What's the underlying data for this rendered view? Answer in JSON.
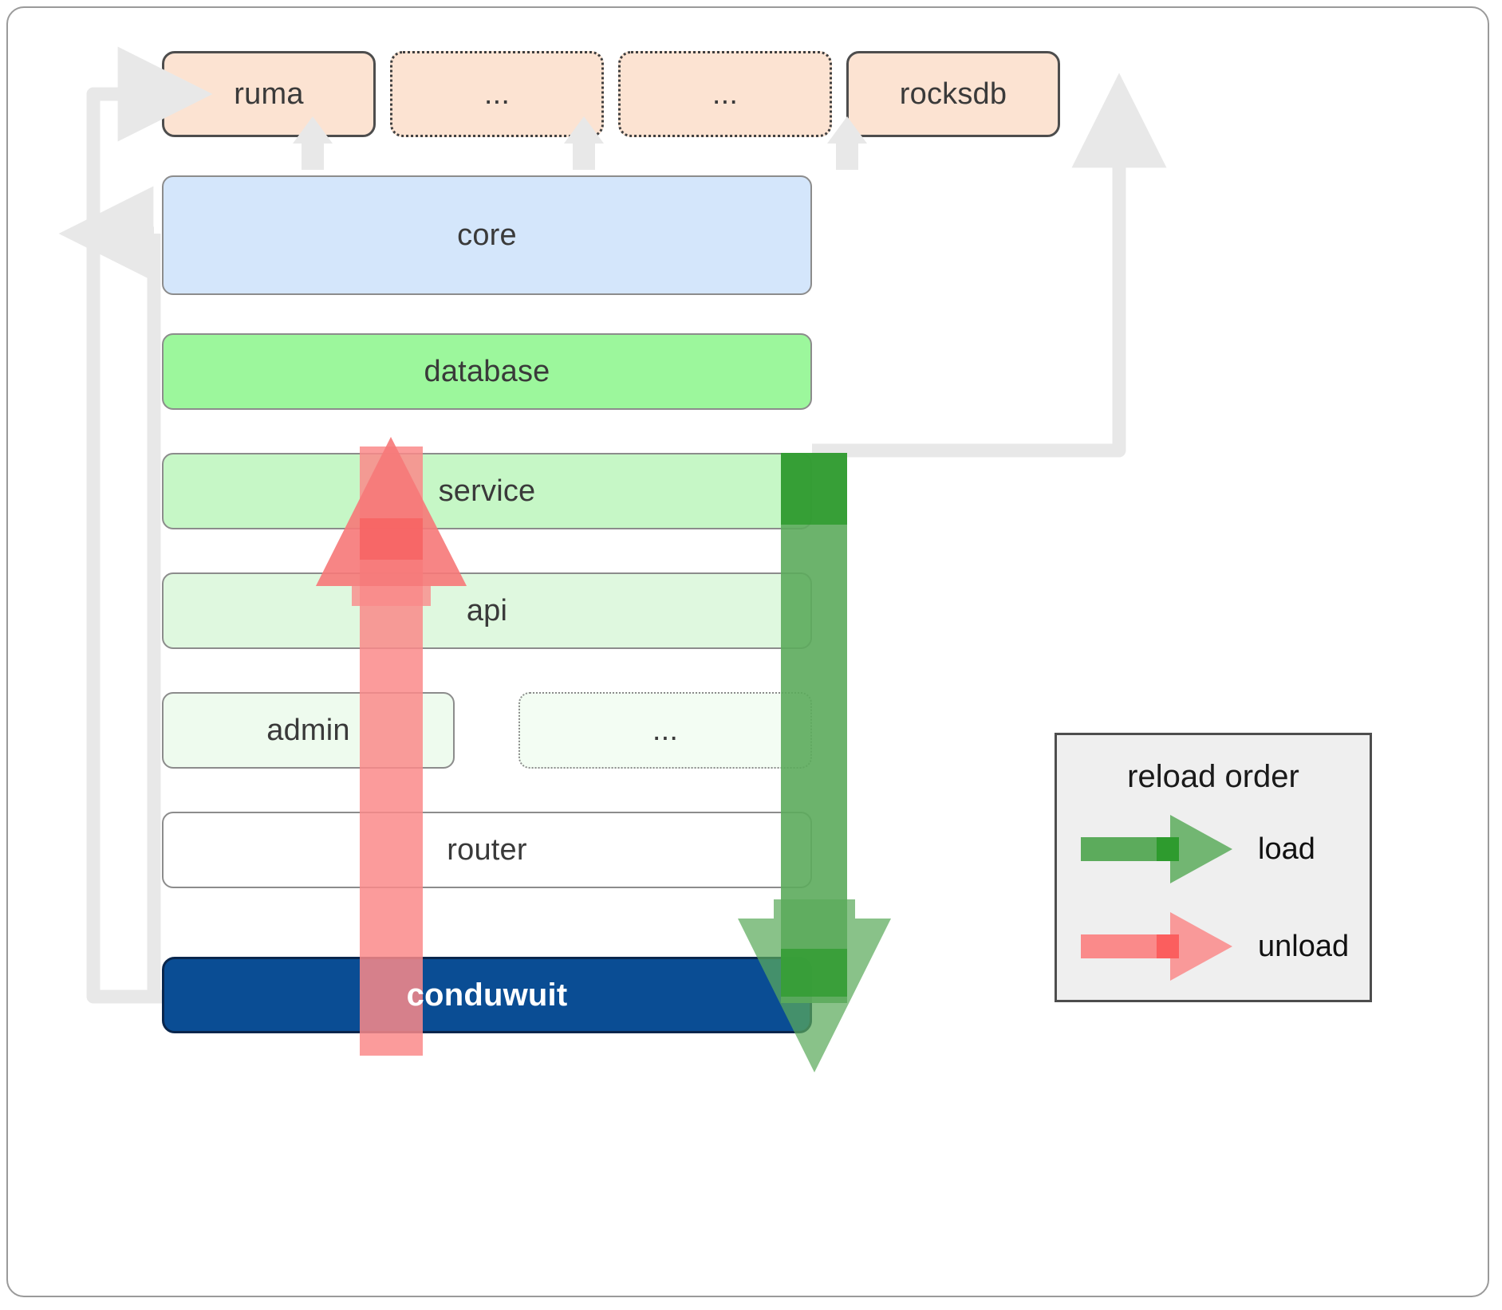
{
  "diagram": {
    "title": "conduwuit crate / reload order architecture",
    "colors": {
      "dependency_fill": "#fce3d2",
      "dependency_stroke": "#4d4d4d",
      "core_fill": "#d4e6fb",
      "database_fill": "#9cf79c",
      "service_fill": "#c6f7c6",
      "api_fill": "#dff8df",
      "admin_fill": "#eefbee",
      "router_fill": "#ffffff",
      "conduwuit_fill": "#0a4d94",
      "conduwuit_text": "#ffffff",
      "wire_gray": "#e8e8e8",
      "load_green": "#4fa css",
      "load_arrow": "#5cab5c",
      "load_arrow_dark": "#2e9b2e",
      "unload_red": "#fa8a8a",
      "unload_arrow_dark": "#fb5e5e",
      "legend_bg": "#efefef",
      "legend_border": "#4d4d4d"
    },
    "dependencies": [
      {
        "id": "ruma",
        "label": "ruma",
        "border": "solid"
      },
      {
        "id": "dep-ellipsis-1",
        "label": "...",
        "border": "dotted"
      },
      {
        "id": "dep-ellipsis-2",
        "label": "...",
        "border": "dotted"
      },
      {
        "id": "rocksdb",
        "label": "rocksdb",
        "border": "solid"
      }
    ],
    "layers": [
      {
        "id": "core",
        "label": "core"
      },
      {
        "id": "database",
        "label": "database"
      },
      {
        "id": "service",
        "label": "service"
      },
      {
        "id": "api",
        "label": "api"
      },
      {
        "id": "admin",
        "label": "admin"
      },
      {
        "id": "layer-ellipsis",
        "label": "..."
      },
      {
        "id": "router",
        "label": "router"
      }
    ],
    "binary": {
      "id": "conduwuit",
      "label": "conduwuit"
    },
    "legend": {
      "title": "reload order",
      "items": [
        {
          "id": "load",
          "label": "load",
          "color": "#5cab5c",
          "direction": "down"
        },
        {
          "id": "unload",
          "label": "unload",
          "color": "#fa8a8a",
          "direction": "up"
        }
      ]
    }
  }
}
